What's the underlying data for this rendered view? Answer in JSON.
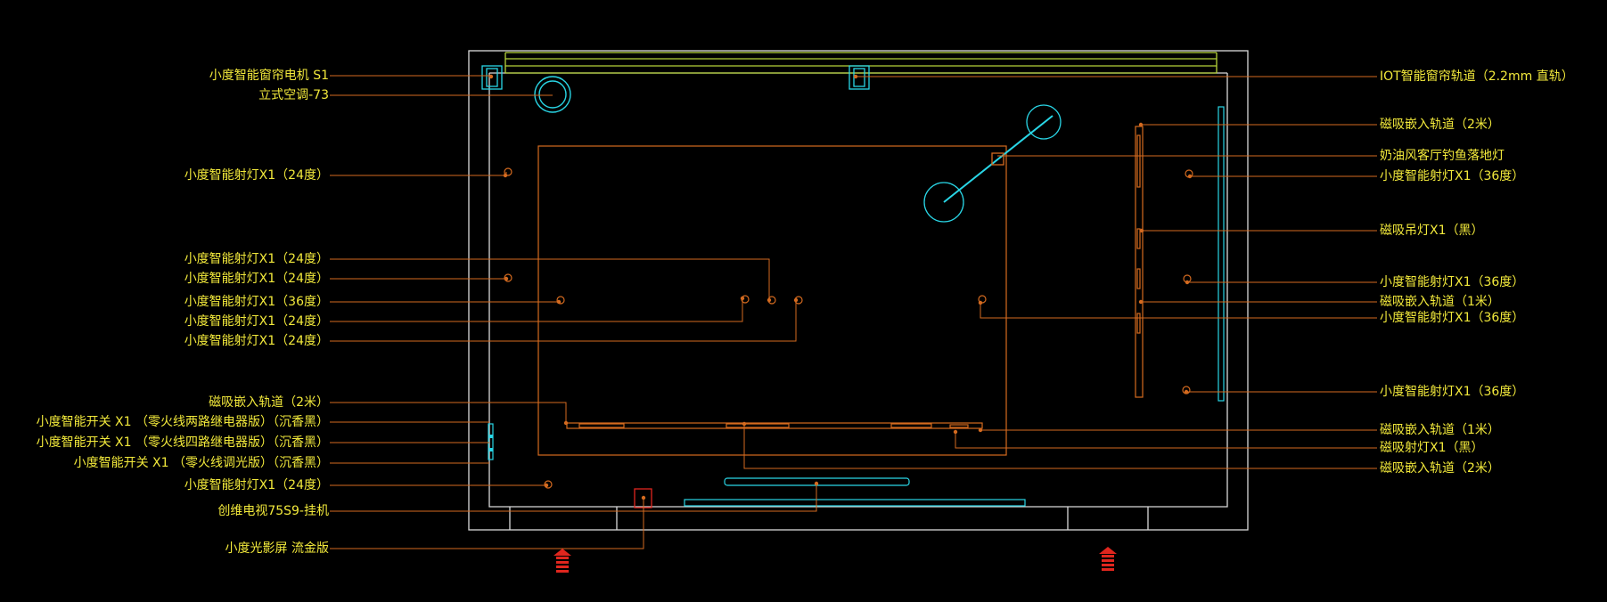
{
  "colors": {
    "background": "#000000",
    "label_text": "#f2e93b",
    "leader_line": "#d46a1f",
    "wall": "#d9d9d9",
    "fixture_cyan": "#29d6e6",
    "curtain_green": "#b6d33a",
    "entrance_marker": "#e0261e"
  },
  "labels_left": [
    "小度智能窗帘电机 S1",
    "立式空调-73",
    "小度智能射灯X1（24度）",
    "小度智能射灯X1（24度）",
    "小度智能射灯X1（24度）",
    "小度智能射灯X1（36度）",
    "小度智能射灯X1（24度）",
    "小度智能射灯X1（24度）",
    "磁吸嵌入轨道（2米）",
    "小度智能开关 X1 （零火线两路继电器版）（沉香黑）",
    "小度智能开关 X1 （零火线四路继电器版）（沉香黑）",
    "小度智能开关 X1 （零火线调光版）（沉香黑）",
    "小度智能射灯X1（24度）",
    "创维电视75S9-挂机",
    "小度光影屏 流金版"
  ],
  "labels_right": [
    "IOT智能窗帘轨道（2.2mm 直轨）",
    "磁吸嵌入轨道（2米）",
    "奶油风客厅钓鱼落地灯",
    "小度智能射灯X1（36度）",
    "磁吸吊灯X1（黑）",
    "小度智能射灯X1（36度）",
    "磁吸嵌入轨道（1米）",
    "小度智能射灯X1（36度）",
    "小度智能射灯X1（36度）",
    "磁吸嵌入轨道（1米）",
    "磁吸射灯X1（黑）",
    "磁吸嵌入轨道（2米）"
  ]
}
